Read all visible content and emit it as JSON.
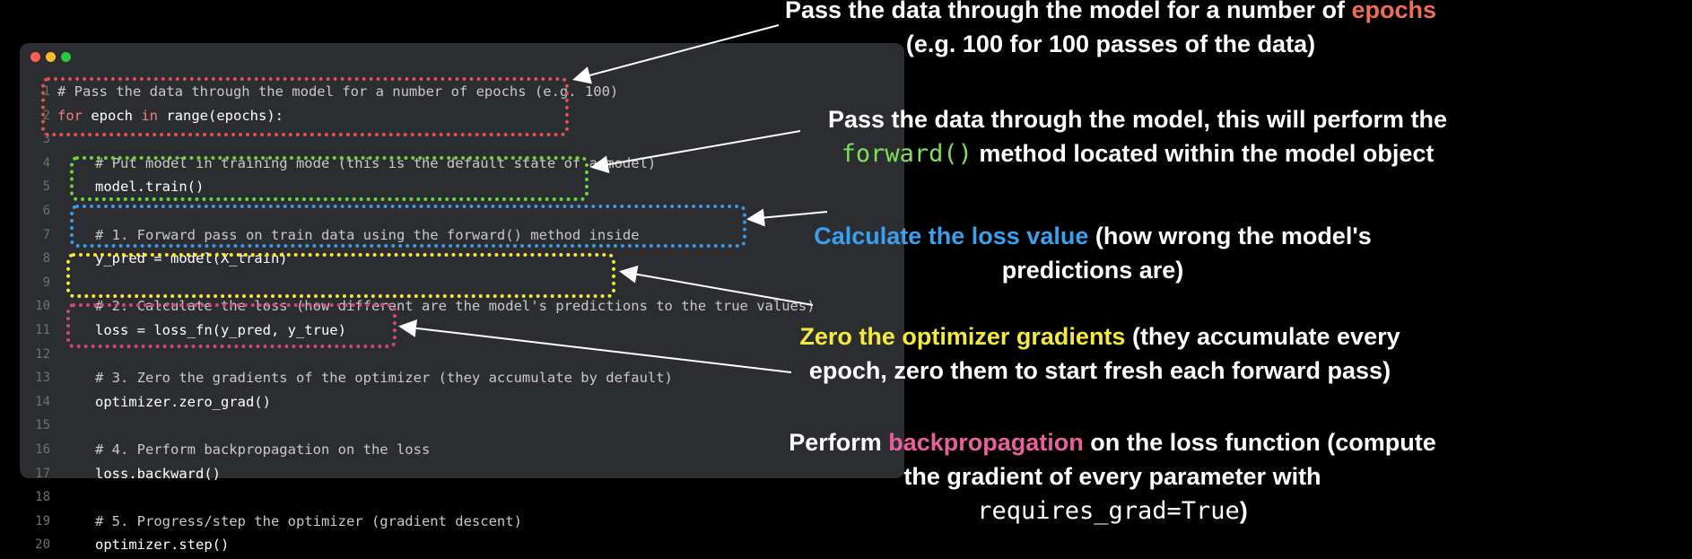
{
  "editor": {
    "lines": [
      {
        "n": "1",
        "text": "# Pass the data through the model for a number of epochs (e.g. 100)",
        "kind": "comment",
        "indent": false
      },
      {
        "n": "2",
        "text": "",
        "kind": "for",
        "indent": false
      },
      {
        "n": "3",
        "text": "",
        "kind": "blank",
        "indent": false
      },
      {
        "n": "4",
        "text": "# Put model in training mode (this is the default state of a model)",
        "kind": "comment",
        "indent": true
      },
      {
        "n": "5",
        "text": "model.train()",
        "kind": "code",
        "indent": true
      },
      {
        "n": "6",
        "text": "",
        "kind": "blank",
        "indent": true
      },
      {
        "n": "7",
        "text": "# 1. Forward pass on train data using the forward() method inside",
        "kind": "comment",
        "indent": true
      },
      {
        "n": "8",
        "text": "y_pred = model(X_train)",
        "kind": "code",
        "indent": true
      },
      {
        "n": "9",
        "text": "",
        "kind": "blank",
        "indent": true
      },
      {
        "n": "10",
        "text": "# 2. Calculate the loss (how different are the model's predictions to the true values)",
        "kind": "comment",
        "indent": true
      },
      {
        "n": "11",
        "text": "loss = loss_fn(y_pred, y_true)",
        "kind": "code",
        "indent": true
      },
      {
        "n": "12",
        "text": "",
        "kind": "blank",
        "indent": true
      },
      {
        "n": "13",
        "text": "# 3. Zero the gradients of the optimizer (they accumulate by default)",
        "kind": "comment",
        "indent": true
      },
      {
        "n": "14",
        "text": "optimizer.zero_grad()",
        "kind": "code",
        "indent": true
      },
      {
        "n": "15",
        "text": "",
        "kind": "blank",
        "indent": true
      },
      {
        "n": "16",
        "text": "# 4. Perform backpropagation on the loss",
        "kind": "comment",
        "indent": true
      },
      {
        "n": "17",
        "text": "loss.backward()",
        "kind": "code",
        "indent": true
      },
      {
        "n": "18",
        "text": "",
        "kind": "blank",
        "indent": true
      },
      {
        "n": "19",
        "text": "# 5. Progress/step the optimizer (gradient descent)",
        "kind": "comment",
        "indent": true
      },
      {
        "n": "20",
        "text": "optimizer.step()",
        "kind": "code",
        "indent": true
      }
    ],
    "for_line": {
      "kw_for": "for",
      "var": " epoch ",
      "kw_in": "in",
      "rest": " range(epochs):"
    }
  },
  "annotations": {
    "a1": {
      "pre": "Pass the data through the model for a number of ",
      "hl": "epochs",
      "post": "(e.g. 100 for 100 passes of the data)"
    },
    "a2": {
      "line1": "Pass the data through the model, this will perform the",
      "code": "forward()",
      "post": " method located within the model object"
    },
    "a3": {
      "hl": "Calculate the loss value",
      "post": " (how wrong the model's",
      "line2": "predictions are)"
    },
    "a4": {
      "hl": "Zero the optimizer gradients",
      "post": " (they accumulate every",
      "line2": "epoch, zero them to start fresh each forward pass)"
    },
    "a5": {
      "pre": "Perform ",
      "hl": "backpropagation",
      "post": " on the loss function (compute",
      "line2": "the gradient of every parameter with",
      "code": "requires_grad=True",
      ",close": ")"
    }
  },
  "colors": {
    "red": "#e05252",
    "green": "#6fd53e",
    "blue": "#3a99e6",
    "yellow": "#f2ea3c",
    "pink": "#d0467e"
  }
}
